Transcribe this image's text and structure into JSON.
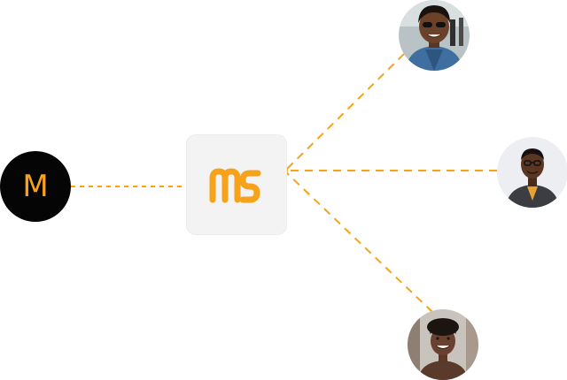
{
  "diagram": {
    "source_node": {
      "letter": "M",
      "icon": "letter-m-avatar",
      "background_color": "#050505",
      "letter_color": "#f6a21a"
    },
    "hub_node": {
      "icon": "ms-logo-icon",
      "logo_color": "#f6a21a",
      "background_color": "#f3f3f3"
    },
    "connector_color": "#f6a21a",
    "avatars": [
      {
        "icon": "person-avatar-woman-sunglasses"
      },
      {
        "icon": "person-avatar-man-glasses"
      },
      {
        "icon": "person-avatar-woman-smiling"
      }
    ]
  }
}
